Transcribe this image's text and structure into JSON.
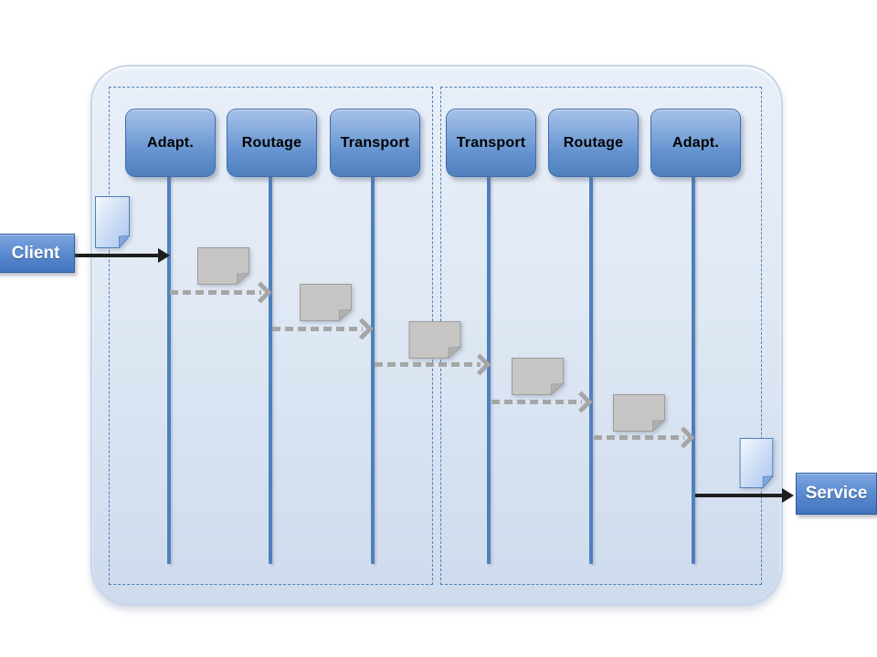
{
  "endpoints": {
    "client_label": "Client",
    "service_label": "Service"
  },
  "components": [
    {
      "label": "Adapt."
    },
    {
      "label": "Routage"
    },
    {
      "label": "Transport"
    },
    {
      "label": "Transport"
    },
    {
      "label": "Routage"
    },
    {
      "label": "Adapt."
    }
  ],
  "icons": {
    "client_input": "document-icon",
    "service_output": "document-icon",
    "message": "document-icon"
  },
  "colors": {
    "accent_blue": "#4f81bd",
    "container_fill": "#dfe8f4",
    "component_border": "#3e6dae",
    "message_gray": "#a6a6a6",
    "arrow_black": "#1e1e1e"
  }
}
